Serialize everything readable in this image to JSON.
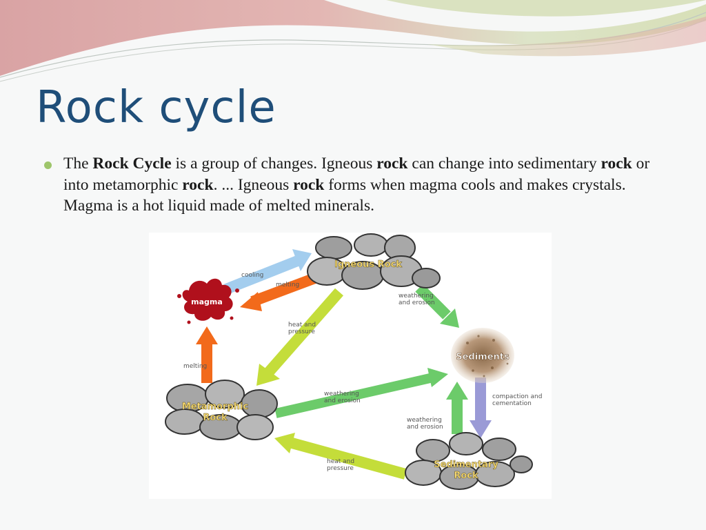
{
  "slide": {
    "title": "Rock cycle",
    "accent_colors": {
      "title": "#1f4e79",
      "bullet": "#9ec56b",
      "wave_pink": "#d9a4a6",
      "wave_green": "#b9cf8e"
    }
  },
  "body": {
    "bullet_icon": "circle-bullet",
    "segments": [
      "The ",
      "Rock Cycle",
      " is a group of changes. Igneous ",
      "rock",
      " can change into sedimentary ",
      "rock",
      " or into metamorphic ",
      "rock",
      ". ... Igneous ",
      "rock",
      " forms when magma cools and makes crystals. Magma is a hot liquid made of melted minerals."
    ]
  },
  "diagram": {
    "nodes": {
      "igneous": "Igneous Rock",
      "magma": "magma",
      "sediments": "Sediments",
      "metamorphic": [
        "Metamorphic",
        "Rock"
      ],
      "sedimentary": [
        "Sedimentary",
        "Rock"
      ]
    },
    "arrow_labels": {
      "cooling": "cooling",
      "melting_top": "melting",
      "weathering_top": [
        "weathering",
        "and erosion"
      ],
      "heat_pressure_mid": [
        "heat and",
        "pressure"
      ],
      "melting_left": "melting",
      "weathering_mid": [
        "weathering",
        "and erosion"
      ],
      "compaction": [
        "compaction and",
        "cementation"
      ],
      "weathering_low": [
        "weathering",
        "and erosion"
      ],
      "heat_pressure_bottom": [
        "heat and",
        "pressure"
      ]
    },
    "arrow_colors": {
      "blue": "#a3cdee",
      "orange": "#f26a1b",
      "green": "#6ccb6a",
      "yellow_green": "#c4dd3a",
      "purple": "#9a9ad6",
      "magma": "#b0101c",
      "rock": "#a8a8a8"
    }
  }
}
